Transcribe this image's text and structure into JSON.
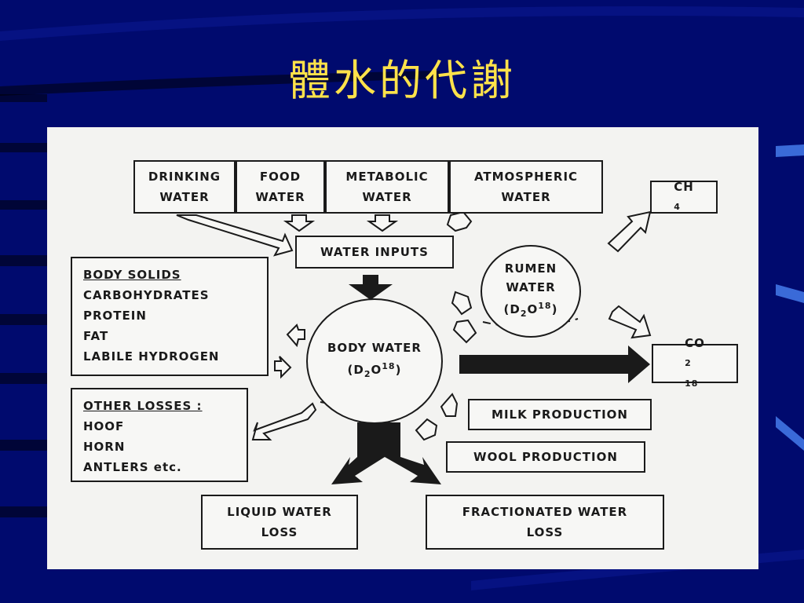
{
  "slide": {
    "title": "體水的代謝"
  },
  "diagram": {
    "inputs": [
      {
        "line1": "DRINKING",
        "line2": "WATER"
      },
      {
        "line1": "FOOD",
        "line2": "WATER"
      },
      {
        "line1": "METABOLIC",
        "line2": "WATER"
      },
      {
        "line1": "ATMOSPHERIC",
        "line2": "WATER"
      }
    ],
    "water_inputs": "WATER INPUTS",
    "body_solids": {
      "heading": "BODY SOLIDS",
      "items": [
        "CARBOHYDRATES",
        "PROTEIN",
        "FAT",
        "LABILE HYDROGEN"
      ]
    },
    "other_losses": {
      "heading": "OTHER LOSSES :",
      "items": [
        "HOOF",
        "HORN",
        "ANTLERS etc."
      ]
    },
    "body_water": {
      "line1": "BODY WATER",
      "iso_pre": "(D",
      "iso_sub": "2",
      "iso_mid": "O",
      "iso_sup": "18",
      "iso_post": ")"
    },
    "rumen_water": {
      "line1": "RUMEN",
      "line2": "WATER",
      "iso_pre": "(D",
      "iso_sub": "2",
      "iso_mid": "O",
      "iso_sup": "18",
      "iso_post": ")"
    },
    "ch4": {
      "base": "CH",
      "sub": "4"
    },
    "co2": {
      "base": "CO",
      "sub": "2",
      "sup": "18"
    },
    "milk": "MILK PRODUCTION",
    "wool": "WOOL PRODUCTION",
    "liquid_loss": {
      "line1": "LIQUID WATER",
      "line2": "LOSS"
    },
    "fractionated_loss": {
      "line1": "FRACTIONATED WATER",
      "line2": "LOSS"
    }
  }
}
